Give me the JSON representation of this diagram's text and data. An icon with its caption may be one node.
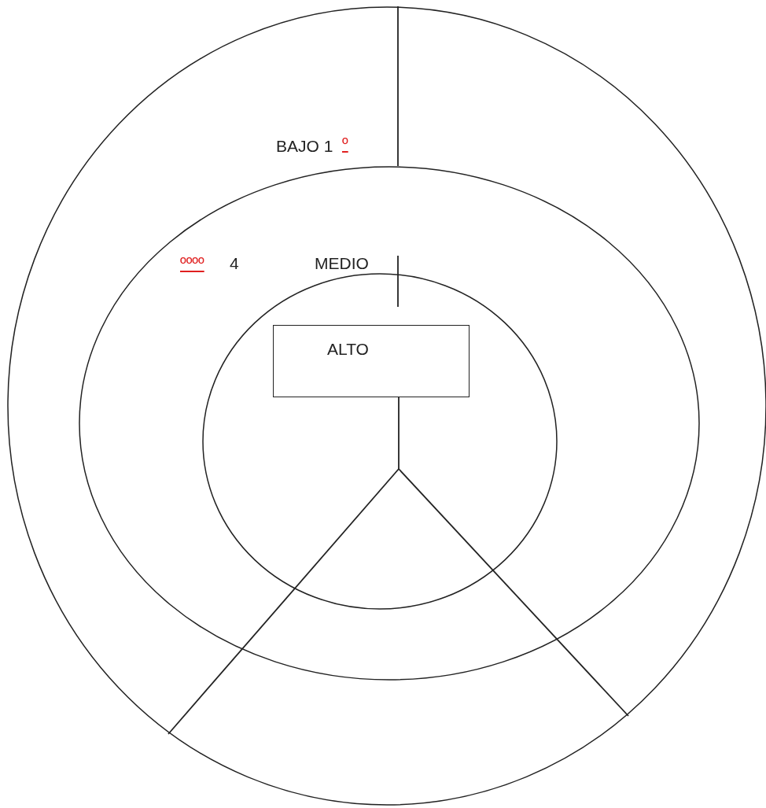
{
  "diagram": {
    "nodes": [
      {
        "text": [],
        "shape": "circle"
      },
      {
        "text": [],
        "shape": "circle",
        "in": 0
      },
      {
        "text": [],
        "shape": "circle",
        "in": 1
      },
      {
        "text": [
          "ALTO"
        ],
        "in": 2
      }
    ],
    "labels": [
      "BAJO 1",
      "º",
      "ºººº",
      "4",
      "MEDIO"
    ]
  }
}
